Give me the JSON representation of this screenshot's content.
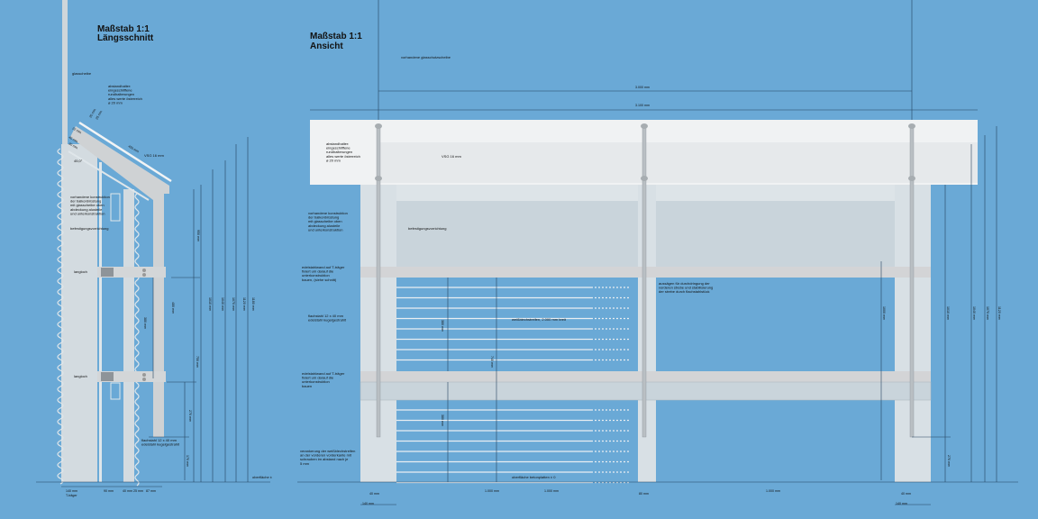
{
  "left_view": {
    "scale": "Maßstab 1:1",
    "name": "Längsschnitt",
    "glass_label": "glasscheibe",
    "spacer_note": [
      "abstandhalter:",
      "eingeschliffene",
      "rundhalterungen",
      "alles werte österreich",
      "ø 20 mm"
    ],
    "existing_note": [
      "vorhandene konstruktion",
      "der balkonbrüstung",
      "mit glasscheibe oben",
      "abdeckung alusteile",
      "und unterkonstruktion"
    ],
    "fixing_label": "befestigungsvorrichtung",
    "langloch_1": "langloch",
    "langloch_2": "langloch",
    "flatsteel_note": [
      "flachstahl 12 x 40 mm",
      "edelstahl kugelgestrahlt"
    ],
    "surface_label": "oberfläche ±",
    "angle": "45,0°",
    "vsg_label": "VSG 16 mm",
    "dims_slope": [
      "20 mm",
      "25 mm",
      "22 mm",
      "40 mm",
      "30 mm",
      "450 mm"
    ],
    "dims_vertical": [
      "950 mm",
      "1010 mm",
      "1040 mm",
      "1070 mm",
      "1120 mm",
      "1180 mm",
      "480 mm",
      "750 mm",
      "380 mm",
      "270 mm",
      "170 mm"
    ],
    "dims_bottom": [
      "140 mm",
      "T-träger",
      "90 mm",
      "40 mm",
      "25 mm",
      "87 mm"
    ]
  },
  "front_view": {
    "scale": "Maßstab 1:1",
    "name": "Ansicht",
    "existing_glass": "vorhandene glasschutzscheibe",
    "dim_top_1": "3.000 mm",
    "dim_top_2": "3.100 mm",
    "spacer_note": [
      "abstandhalter:",
      "eingeschliffene",
      "rundhalterungen",
      "alles werte österreich",
      "ø 20 mm"
    ],
    "vsg_label": "VSG 16 mm",
    "existing_note": [
      "vorhandene konstruktion",
      "der balkonbrüstung",
      "mit glasscheibe oben",
      "abdeckung alusteile",
      "und unterkonstruktion"
    ],
    "fixing_label": "befestigungsvorrichtung",
    "stud_note_1": [
      "edelstahlwand auf T-träger",
      "fixiert um darauf die",
      "unterkonstruktion",
      "bauen, (siehe schnitt)"
    ],
    "flatsteel_note": [
      "flachstahl 12 x 40 mm",
      "edelstahl kugelgestrahlt"
    ],
    "stud_note_2": [
      "edelstahlwand auf T-träger",
      "fixiert um darauf die",
      "unterkonstruktion",
      "bauen"
    ],
    "slat_note": [
      "verankerung der weißblechstreifen",
      "an der vorderen vorderkante mit",
      "schrauben im abstand nach je",
      "5 mm"
    ],
    "cutout_note": [
      "aussägen für durchdringung der",
      "vorderen strebe und stabilisierung",
      "der strebe durch flachstahlstück"
    ],
    "sheet_label": "weißblechstreifen, 2.000 mm breit",
    "surface_label": "oberfläche betonplatten ± 0",
    "dims_bottom": [
      "40 mm",
      "140 mm",
      "1.000 mm",
      "1.000 mm",
      "80 mm",
      "1.000 mm",
      "40 mm",
      "140 mm"
    ],
    "dims_vertical": [
      "380 mm",
      "740 mm",
      "380 mm",
      "1000 mm",
      "1010 mm",
      "1040 mm",
      "1070 mm",
      "1120 mm",
      "270 mm"
    ]
  },
  "colors": {
    "background": "#6aa9d6",
    "steel": "#cfd2d4",
    "glass": "#f0f2f3",
    "frame": "#d6dee3"
  }
}
